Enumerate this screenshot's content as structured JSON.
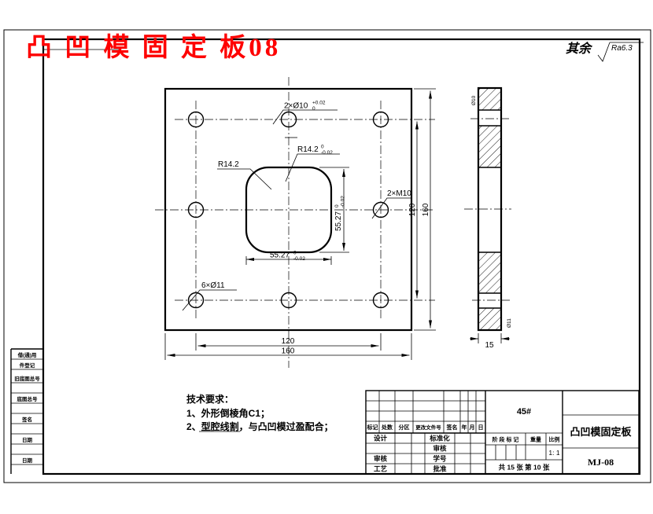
{
  "title": {
    "text": "凸 凹 模 固 定 板08"
  },
  "roughness": {
    "prefix": "其余",
    "value": "Ra6.3"
  },
  "dimensions": {
    "top_holes": {
      "label": "2×Ø10",
      "upper": "+0.02",
      "lower": "0"
    },
    "inner_radius_tol": {
      "label": "R14.2",
      "upper": "0",
      "lower": "-0.02"
    },
    "inner_radius": "R14.2",
    "thread_holes": "2×M10",
    "clearance_holes": "6×Ø11",
    "cavity_width": {
      "label": "55.27",
      "upper": "0",
      "lower": "-0.02"
    },
    "cavity_height": {
      "label": "55.27",
      "upper": "0",
      "lower": "-0.02"
    },
    "hole_span_horizontal": "120",
    "plate_width": "160",
    "hole_span_vertical": "120",
    "plate_height": "160",
    "thickness": "15",
    "side_hole_top": "Ø10",
    "side_hole_bottom": "Ø11"
  },
  "tech_requirements": {
    "heading": "技术要求：",
    "items": [
      "1、外形倒棱角C1；",
      "2、型腔线割，与凸凹模过盈配合；"
    ]
  },
  "left_strip": {
    "labels": [
      "借(通)用",
      "件登记",
      "旧底图总号",
      "底图总号",
      "签名",
      "日期",
      "日期"
    ]
  },
  "title_block": {
    "material": "45#",
    "part_name": "凸凹模固定板",
    "drawing_no": "MJ-08",
    "revision_header": [
      "标记",
      "处数",
      "分区",
      "更改文件号",
      "签名",
      "年",
      "月",
      "日"
    ],
    "sign_rows_left": [
      "设计",
      "",
      "审核",
      "工艺"
    ],
    "sign_rows_mid": [
      "标准化",
      "审核",
      "学号",
      "批准"
    ],
    "stage_header": [
      "阶 段 标 记",
      "重量",
      "比例"
    ],
    "scale": "1: 1",
    "sheet_info": "共 15 张  第 10 张"
  },
  "colors": {
    "line": "#000000",
    "title_red": "#fe0000",
    "background": "#ffffff"
  }
}
